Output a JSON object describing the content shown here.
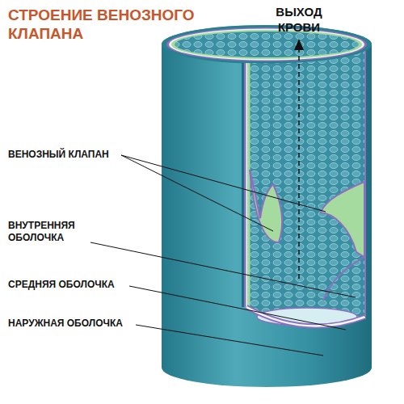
{
  "diagram": {
    "title": "СТРОЕНИЕ ВЕНОЗНОГО КЛАПАНА",
    "labels": [
      "ВЫХОД КРОВИ",
      "ВЕНОЗНЫЙ КЛАПАН",
      "ВНУТРЕННЯЯ ОБОЛОЧКА",
      "СРЕДНЯЯ ОБОЛОЧКА",
      "НАРУЖНАЯ ОБОЛОЧКА"
    ]
  }
}
